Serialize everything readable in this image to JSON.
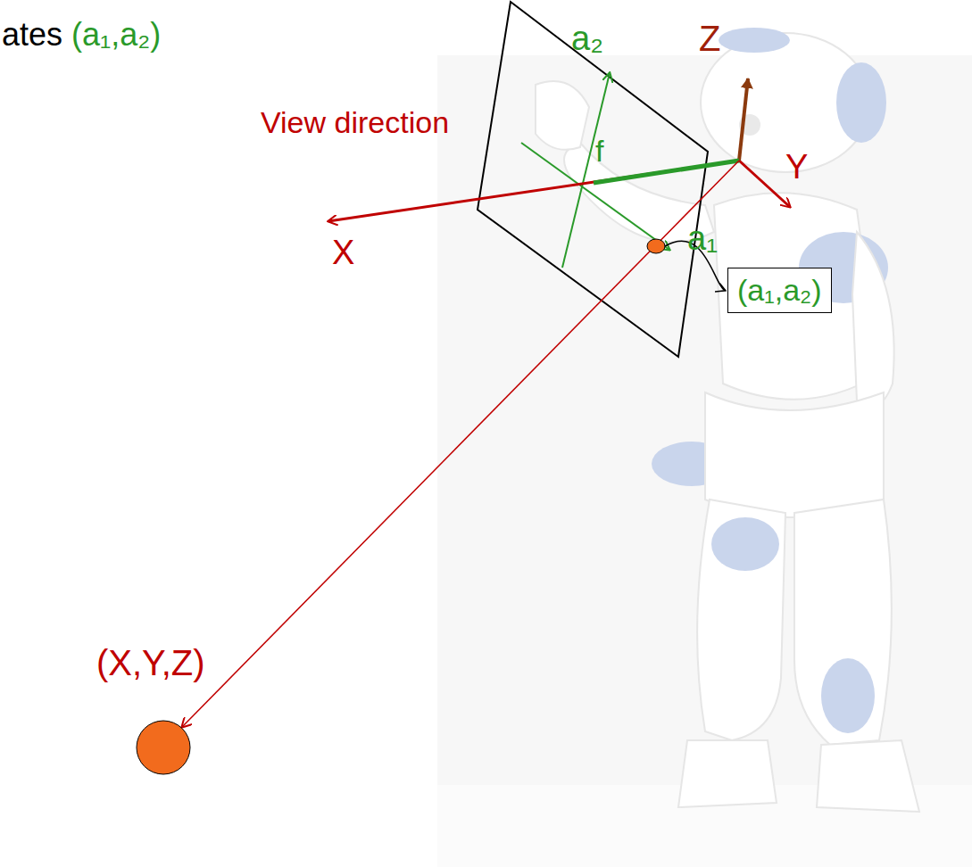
{
  "diagram": {
    "nodes": [
      {
        "text": [
          "(a₁,a₂)"
        ]
      }
    ],
    "labels": [
      "ates",
      "(a₁,a₂)",
      "a₂",
      "Z",
      "View direction",
      "f",
      "Y",
      "X",
      "a₁",
      "(X,Y,Z)"
    ]
  }
}
